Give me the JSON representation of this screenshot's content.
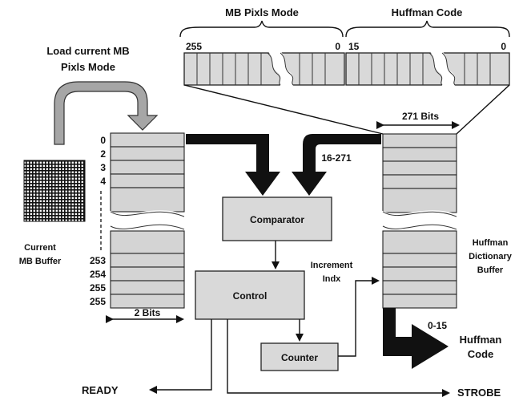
{
  "mode_label": "MB Pixls Mode",
  "huffman_code_label": "Huffman Code",
  "mb_range_left": "255",
  "mb_range_right": "0",
  "code_range_left": "15",
  "code_range_right": "0",
  "load_label_line1": "Load current MB",
  "load_label_line2": "Pixls Mode",
  "bits_271_label": "271 Bits",
  "range_16_271": "16-271",
  "comparator_label": "Comparator",
  "control_label": "Control",
  "counter_label": "Counter",
  "increment_line1": "Increment",
  "increment_line2": "Indx",
  "current_mb_line1": "Current",
  "current_mb_line2": "MB Buffer",
  "dict_line1": "Huffman",
  "dict_line2": "Dictionary",
  "dict_line3": "Buffer",
  "two_bits_label": "2 Bits",
  "range_0_15": "0-15",
  "huffman_out_line1": "Huffman",
  "huffman_out_line2": "Code",
  "ready_label": "READY",
  "strobe_label": "STROBE",
  "row_labels_top": [
    "0",
    "2",
    "3",
    "4"
  ],
  "row_labels_bottom": [
    "253",
    "254",
    "255",
    "255"
  ]
}
